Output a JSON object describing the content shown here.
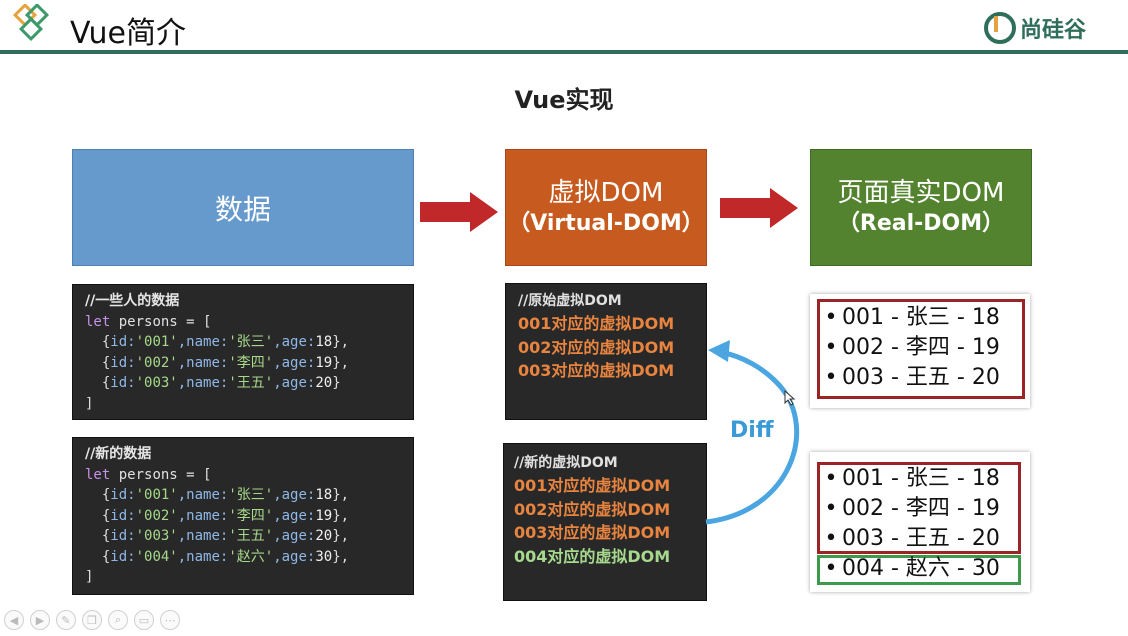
{
  "header": {
    "title": "Vue简介",
    "brand": "尚硅谷"
  },
  "section_title": "Vue实现",
  "boxes": {
    "data_label": "数据",
    "vdom_main": "虚拟DOM",
    "vdom_sub": "（Virtual-DOM）",
    "rdom_main": "页面真实DOM",
    "rdom_sub": "（Real-DOM）"
  },
  "code1": {
    "comment": "//一些人的数据",
    "kw": "let",
    "var": "persons",
    "op": " = [",
    "rows": [
      {
        "id": "'001'",
        "name": "'张三'",
        "age": "18",
        "end": "},"
      },
      {
        "id": "'002'",
        "name": "'李四'",
        "age": "19",
        "end": "},"
      },
      {
        "id": "'003'",
        "name": "'王五'",
        "age": "20",
        "end": "}"
      }
    ],
    "close": "]"
  },
  "code2": {
    "comment": "//新的数据",
    "kw": "let",
    "var": "persons",
    "op": " = [",
    "rows": [
      {
        "id": "'001'",
        "name": "'张三'",
        "age": "18",
        "end": "},"
      },
      {
        "id": "'002'",
        "name": "'李四'",
        "age": "19",
        "end": "},"
      },
      {
        "id": "'003'",
        "name": "'王五'",
        "age": "20",
        "end": "},"
      },
      {
        "id": "'004'",
        "name": "'赵六'",
        "age": "30",
        "end": "},"
      }
    ],
    "close": "]"
  },
  "code_tokens": {
    "id_key": "id:",
    "name_key": ",name:",
    "age_key": ",age:",
    "open": "{"
  },
  "vdom_old": {
    "comment": "//原始虚拟DOM",
    "items": [
      "001对应的虚拟DOM",
      "002对应的虚拟DOM",
      "003对应的虚拟DOM"
    ]
  },
  "vdom_new": {
    "comment": "//新的虚拟DOM",
    "items": [
      "001对应的虚拟DOM",
      "002对应的虚拟DOM",
      "003对应的虚拟DOM"
    ],
    "new_item": "004对应的虚拟DOM"
  },
  "diff_label": "Diff",
  "real_old": [
    "001 - 张三 - 18",
    "002 - 李四 - 19",
    "003 - 王五 - 20"
  ],
  "real_new": [
    "001 - 张三 - 18",
    "002 - 李四 - 19",
    "003 - 王五 - 20"
  ],
  "real_new_added": "004 - 赵六 - 30",
  "bullet": "•",
  "colors": {
    "header_line": "#2f6e5b",
    "data_box": "#6699cc",
    "vdom_box": "#c75b1f",
    "rdom_box": "#53832f",
    "arrow": "#c0282a",
    "diff_arrow": "#4aa5e0",
    "old_frame": "#9b2526",
    "new_frame": "#3c9a4a"
  },
  "icons": [
    "prev-icon",
    "next-icon",
    "pen-icon",
    "copy-icon",
    "zoom-icon",
    "screen-icon",
    "more-icon"
  ]
}
